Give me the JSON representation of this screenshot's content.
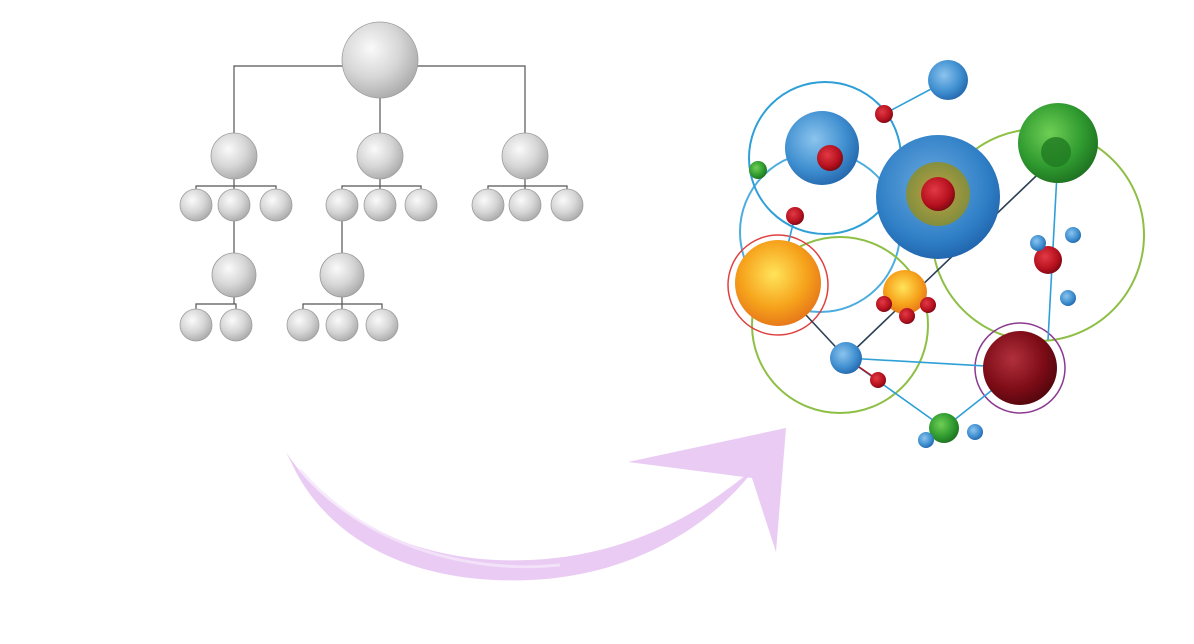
{
  "diagram": {
    "hierarchy": {
      "node_fill": "#d9d9d9",
      "node_highlight": "#f4f4f4",
      "line_color": "#555555",
      "levels": [
        {
          "level": 0,
          "count": 1
        },
        {
          "level": 1,
          "count": 3
        },
        {
          "level": 2,
          "count": 9
        },
        {
          "level": 3,
          "count": 2
        },
        {
          "level": 4,
          "count": 5
        }
      ]
    },
    "network": {
      "colors": {
        "blue": "#3f8fd0",
        "red": "#b5101e",
        "green": "#2f9a2f",
        "orange": "#f39c12",
        "ring_blue": "#2f9fd8",
        "ring_green": "#8dbf45",
        "ring_red": "#e0413f",
        "ring_purple": "#8b3a8f",
        "link": "#2b3f55"
      }
    },
    "arrow": {
      "color": "#e8c8f2",
      "direction": "hierarchy-to-network"
    }
  }
}
